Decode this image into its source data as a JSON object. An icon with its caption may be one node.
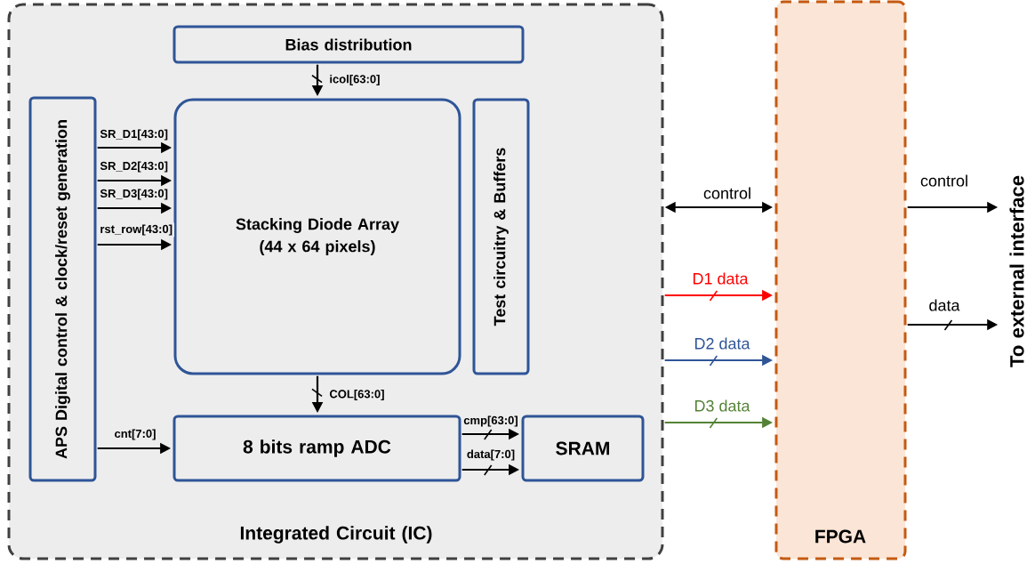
{
  "diagram": {
    "nodes": [
      {
        "text": [
          "Integrated Circuit (IC)"
        ]
      },
      {
        "text": [
          "Bias distribution"
        ],
        "in": 0
      },
      {
        "text": [
          "APS Digital control  & clock/reset generation"
        ],
        "in": 0
      },
      {
        "text": [
          "Stacking Diode Array (44 x 64 pixels)"
        ],
        "in": 0
      },
      {
        "text": [
          "Test circuitry & Buffers"
        ],
        "in": 0
      },
      {
        "text": [
          "8 bits ramp ADC"
        ],
        "in": 0
      },
      {
        "text": [
          "SRAM"
        ],
        "in": 0
      },
      {
        "text": [
          "FPGA"
        ]
      },
      {
        "text": [
          "To external interface"
        ]
      }
    ],
    "edges": [
      {
        "from": 1,
        "to": 3,
        "arrow": "to",
        "label": "icol[63:0]"
      },
      {
        "from": 2,
        "to": 3,
        "arrow": "to",
        "label": "SR_D1[43:0]"
      },
      {
        "from": 2,
        "to": 3,
        "arrow": "to",
        "label": "SR_D2[43:0]"
      },
      {
        "from": 2,
        "to": 3,
        "arrow": "to",
        "label": "SR_D3[43:0]"
      },
      {
        "from": 2,
        "to": 3,
        "arrow": "to",
        "label": "rst_row[43:0]"
      },
      {
        "from": 3,
        "to": 5,
        "arrow": "to",
        "label": "COL[63:0]"
      },
      {
        "from": 2,
        "to": 5,
        "arrow": "to",
        "label": "cnt[7:0]"
      },
      {
        "from": 5,
        "to": 6,
        "arrow": "to",
        "label": "cmp[63:0]"
      },
      {
        "from": 5,
        "to": 6,
        "arrow": "to",
        "label": "data[7:0]"
      },
      {
        "from": 0,
        "to": 7,
        "arrow": "both",
        "label": "control"
      },
      {
        "from": 0,
        "to": 7,
        "arrow": "to",
        "label": "D1 data",
        "color": "#ff0000"
      },
      {
        "from": 0,
        "to": 7,
        "arrow": "to",
        "label": "D2 data",
        "color": "#2f5597"
      },
      {
        "from": 0,
        "to": 7,
        "arrow": "to",
        "label": "D3 data",
        "color": "#548235"
      },
      {
        "from": 7,
        "to": 8,
        "arrow": "to",
        "label": "control"
      },
      {
        "from": 7,
        "to": 8,
        "arrow": "to",
        "label": "data"
      }
    ]
  }
}
